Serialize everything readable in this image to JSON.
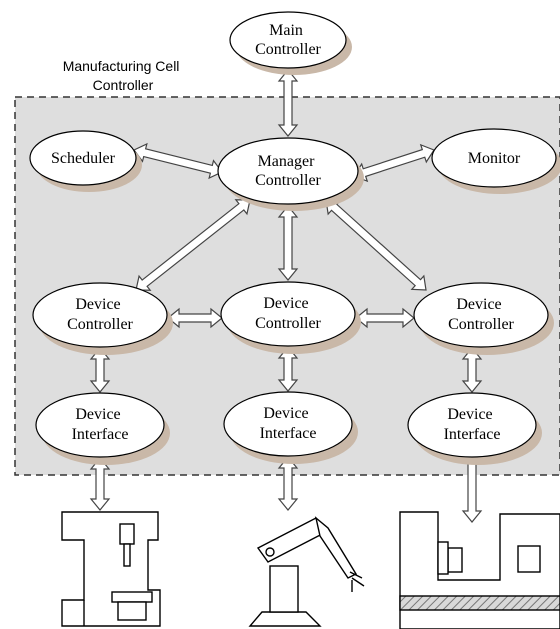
{
  "diagram": {
    "cell_label": [
      "Manufacturing Cell",
      "Controller"
    ],
    "colors": {
      "cell_fill": "#dedede",
      "cell_border": "#333333",
      "node_fill": "#ffffff",
      "node_shadow": "#c9b8a8",
      "arrow_fill": "#ffffff",
      "arrow_stroke": "#444444",
      "hatch": "#777777"
    },
    "nodes": {
      "main_controller": [
        "Main",
        "Controller"
      ],
      "scheduler": [
        "Scheduler"
      ],
      "manager_controller": [
        "Manager",
        "Controller"
      ],
      "monitor": [
        "Monitor"
      ],
      "device_controller_left": [
        "Device",
        "Controller"
      ],
      "device_controller_center": [
        "Device",
        "Controller"
      ],
      "device_controller_right": [
        "Device",
        "Controller"
      ],
      "device_interface_left": [
        "Device",
        "Interface"
      ],
      "device_interface_center": [
        "Device",
        "Interface"
      ],
      "device_interface_right": [
        "Device",
        "Interface"
      ]
    },
    "equipment": [
      {
        "id": "milling-machine",
        "icon": "milling-machine-icon"
      },
      {
        "id": "robot-arm",
        "icon": "robot-arm-icon"
      },
      {
        "id": "lathe",
        "icon": "lathe-icon"
      }
    ]
  }
}
